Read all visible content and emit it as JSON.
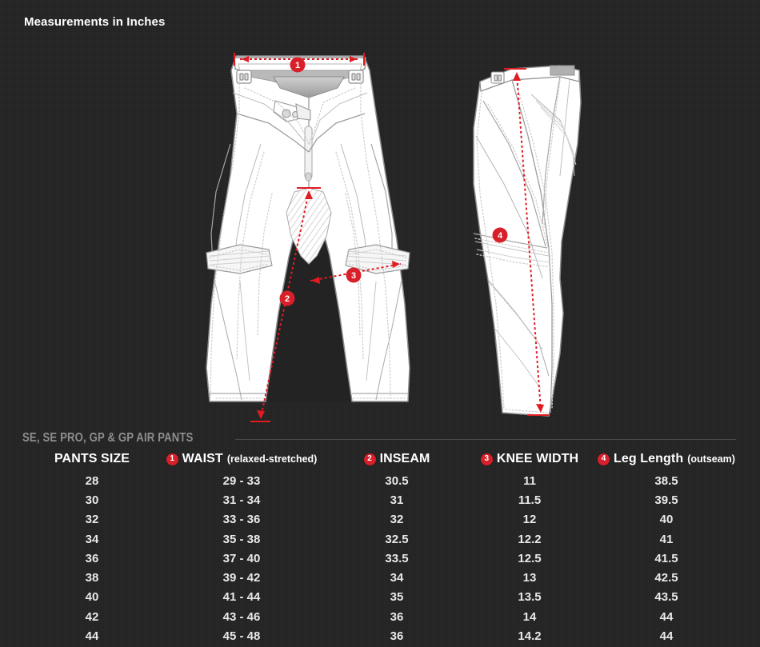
{
  "page": {
    "title": "Measurements in Inches",
    "background_color": "#232323",
    "accent_color": "#d8202a",
    "text_color": "#e9e9e9"
  },
  "illustration": {
    "front_view_name": "pants-front-view",
    "side_view_name": "pants-side-view",
    "callouts": [
      {
        "number": "1",
        "measure": "waist",
        "view": "front"
      },
      {
        "number": "2",
        "measure": "inseam",
        "view": "front"
      },
      {
        "number": "3",
        "measure": "knee-width",
        "view": "front"
      },
      {
        "number": "4",
        "measure": "leg-length",
        "view": "side"
      }
    ]
  },
  "table": {
    "group_label": "SE, SE PRO, GP & GP AIR PANTS",
    "columns": [
      {
        "badge": "",
        "label": "PANTS SIZE",
        "sub": ""
      },
      {
        "badge": "1",
        "label": "WAIST",
        "sub": "(relaxed-stretched)"
      },
      {
        "badge": "2",
        "label": "INSEAM",
        "sub": ""
      },
      {
        "badge": "3",
        "label": "KNEE WIDTH",
        "sub": ""
      },
      {
        "badge": "4",
        "label": "Leg Length",
        "sub": "(outseam)"
      }
    ],
    "rows": [
      [
        "28",
        "29 - 33",
        "30.5",
        "11",
        "38.5"
      ],
      [
        "30",
        "31 - 34",
        "31",
        "11.5",
        "39.5"
      ],
      [
        "32",
        "33 - 36",
        "32",
        "12",
        "40"
      ],
      [
        "34",
        "35 - 38",
        "32.5",
        "12.2",
        "41"
      ],
      [
        "36",
        "37 - 40",
        "33.5",
        "12.5",
        "41.5"
      ],
      [
        "38",
        "39 - 42",
        "34",
        "13",
        "42.5"
      ],
      [
        "40",
        "41 - 44",
        "35",
        "13.5",
        "43.5"
      ],
      [
        "42",
        "43 - 46",
        "36",
        "14",
        "44"
      ],
      [
        "44",
        "45 - 48",
        "36",
        "14.2",
        "44"
      ]
    ]
  }
}
